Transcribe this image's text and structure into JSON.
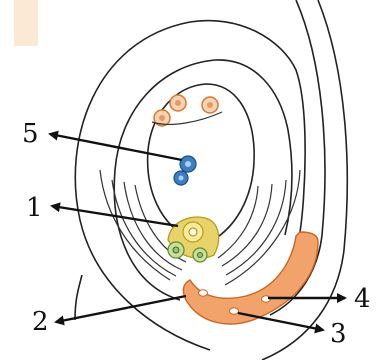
{
  "labels": {
    "l1": "1",
    "l2": "2",
    "l3": "3",
    "l4": "4",
    "l5": "5"
  },
  "colors": {
    "pollen_tube": "#f2a36b",
    "pollen_tube_edge": "#c9661f",
    "egg_apparatus": "#e8d36a",
    "synergid_green": "#9ac17a",
    "polar_nuclei": "#3b7fc4",
    "antipodal": "#e79a5a",
    "watermark": "#fbe9d6"
  }
}
